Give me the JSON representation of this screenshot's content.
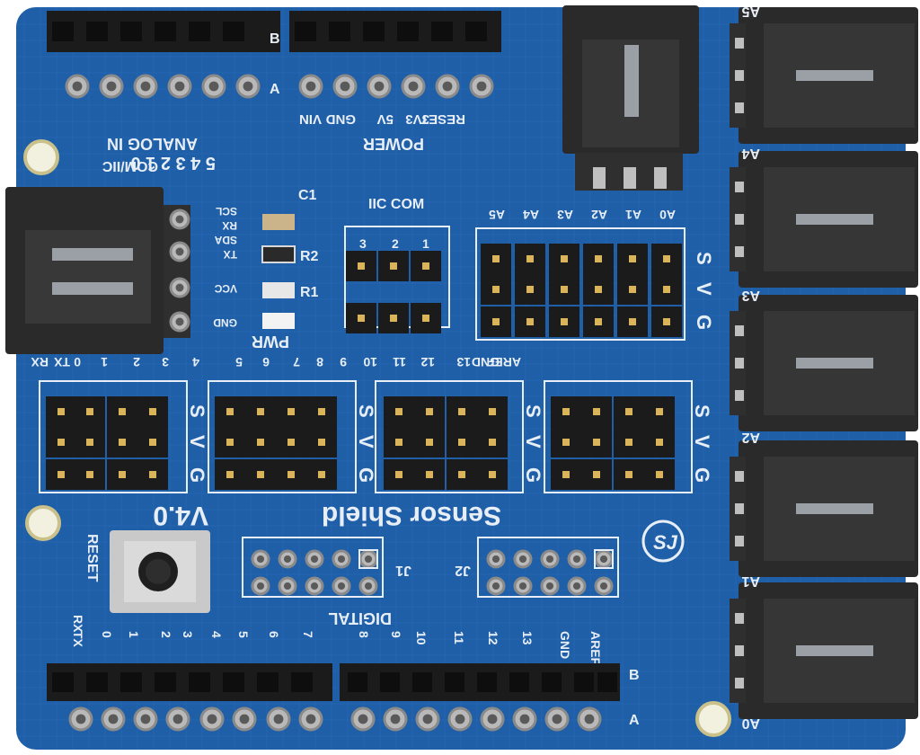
{
  "board": {
    "pcb_color": "#1f5fa8",
    "silk_color": "#e8eef6",
    "connector_color": "#1b1b1b",
    "pin_color": "#d9b45a"
  },
  "silkscreen": {
    "title": "Sensor Shield",
    "version": "V4.0",
    "analog_in": "ANALOG  IN",
    "analog_digits": "5 4 3 2 1 0",
    "power": "POWER",
    "power_pins": [
      "VIN",
      "GND",
      "5V",
      "3V3",
      "RESET"
    ],
    "com_iic": "COM/IIC",
    "iic_com": "IIC  COM",
    "iic_numbers": [
      "3",
      "2",
      "1"
    ],
    "com_pins": [
      "SCL",
      "RX",
      "SDA",
      "TX",
      "VCC",
      "GND"
    ],
    "c1": "C1",
    "r1": "R1",
    "r2": "R2",
    "pwr": "PWR",
    "analog_header_labels": [
      "A5",
      "A4",
      "A3",
      "A2",
      "A1",
      "A0"
    ],
    "digital_top_labels": [
      "RX",
      "TX",
      "0",
      "1",
      "2",
      "3",
      "4",
      "5",
      "6",
      "7",
      "8",
      "9",
      "10",
      "11",
      "12",
      "13",
      "GND",
      "AREF"
    ],
    "svg_labels": [
      "S",
      "V",
      "G"
    ],
    "row_a": "A",
    "row_b": "B",
    "reset": "RESET",
    "digital": "DIGITAL",
    "j1": "J1",
    "j2": "J2",
    "bottom_labels": [
      "RX",
      "TX",
      "0",
      "1",
      "2",
      "3",
      "4",
      "5",
      "6",
      "7",
      "8",
      "9",
      "10",
      "11",
      "12",
      "13",
      "GND",
      "AREF"
    ],
    "side_labels": [
      "A5",
      "A4",
      "A3",
      "A2",
      "A1",
      "A0"
    ],
    "logo": "SJ"
  }
}
